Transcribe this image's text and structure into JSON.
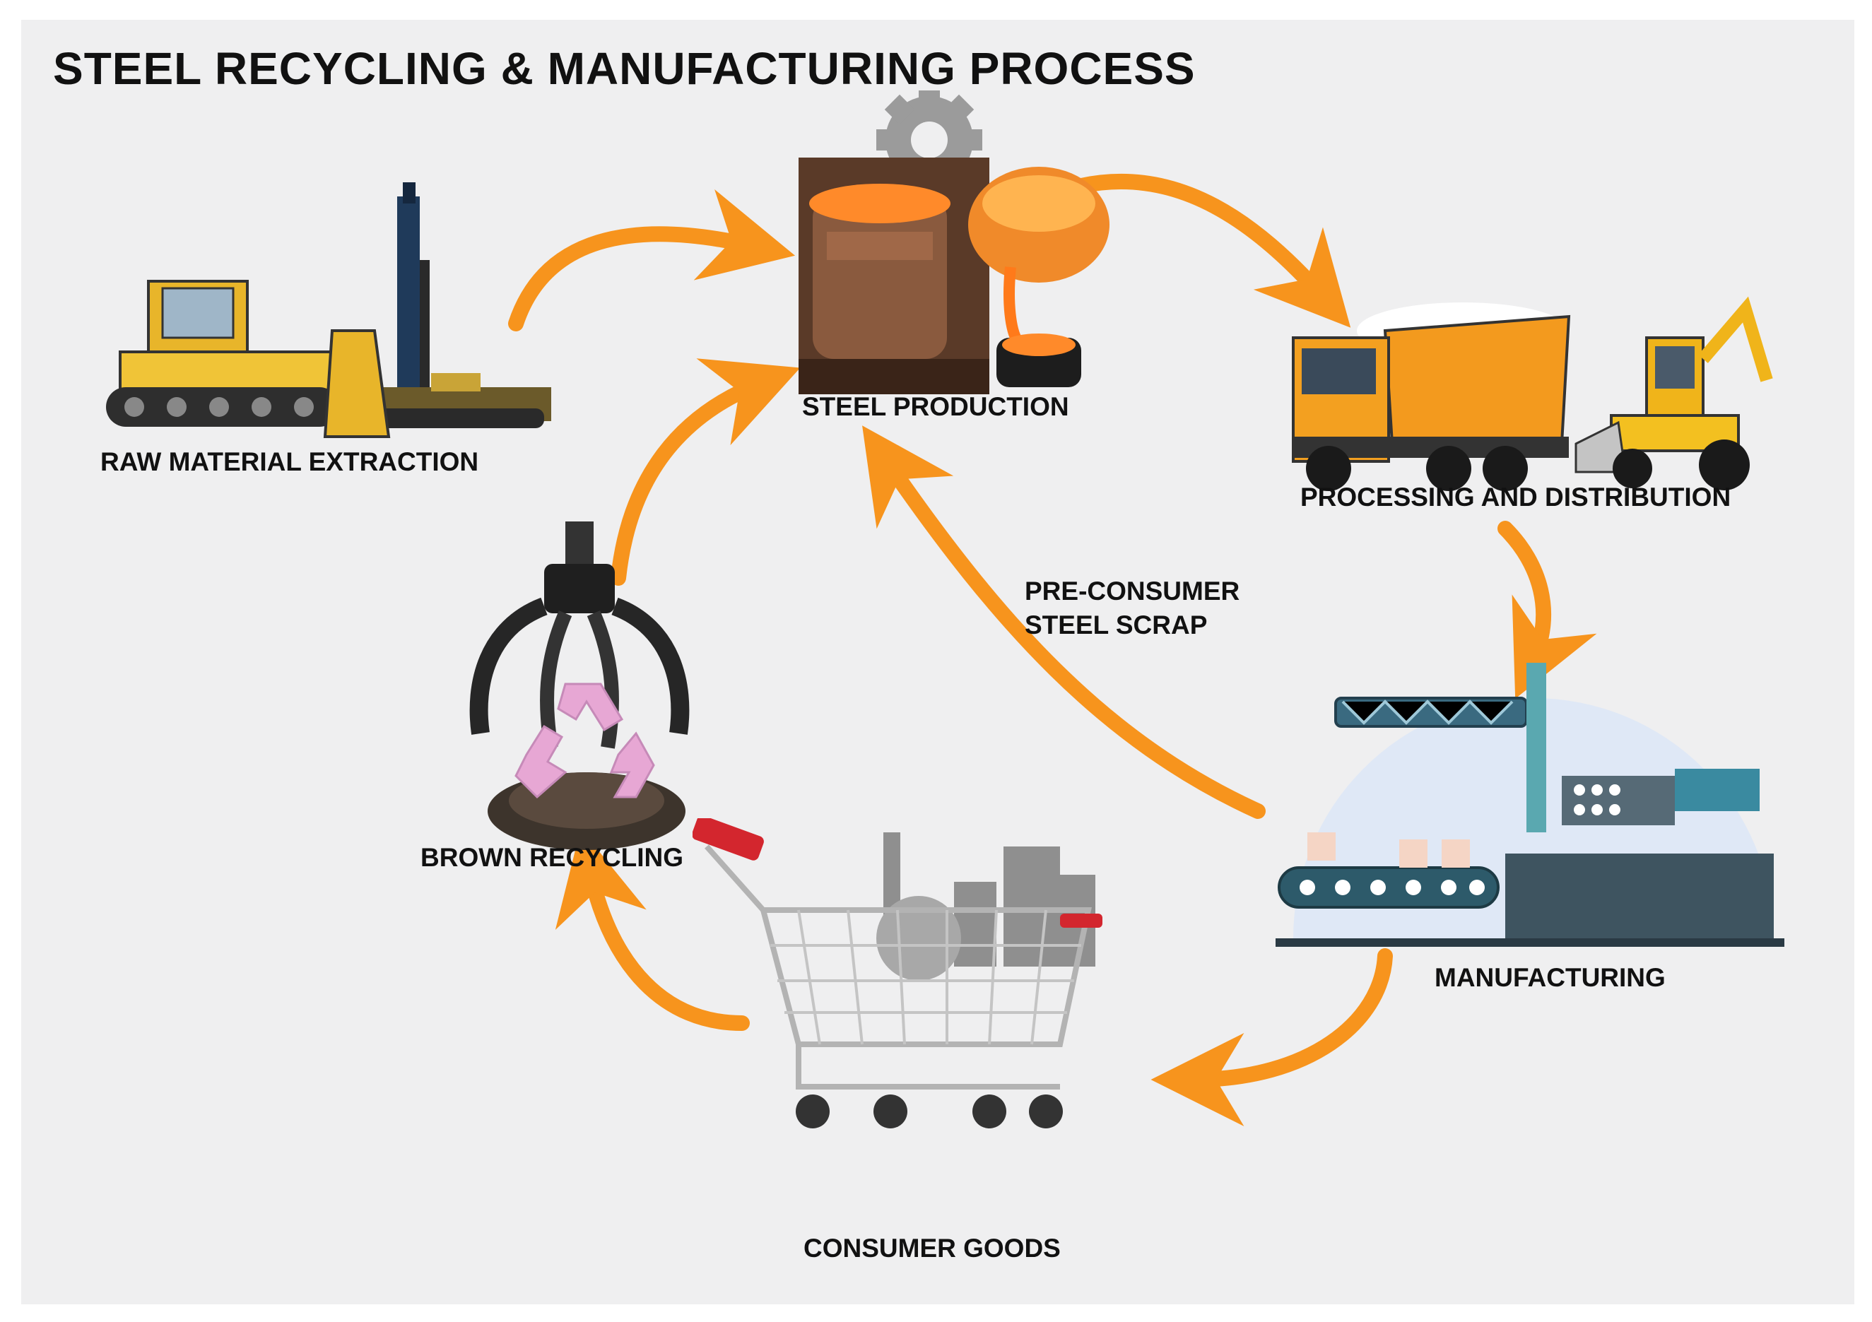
{
  "title": "STEEL RECYCLING & MANUFACTURING PROCESS",
  "nodes": {
    "raw_material": "RAW MATERIAL EXTRACTION",
    "steel_production": "STEEL PRODUCTION",
    "processing": "PROCESSING AND DISTRIBUTION",
    "manufacturing": "MANUFACTURING",
    "consumer_goods": "CONSUMER GOODS",
    "recycling": "BROWN RECYCLING"
  },
  "pre_consumer": {
    "line1": "PRE-CONSUMER",
    "line2": "STEEL SCRAP"
  },
  "colors": {
    "arrow": "#f7941d",
    "background": "#efeff0",
    "text": "#111111"
  },
  "icons": [
    "bulldozer-icon",
    "drilling-rig-icon",
    "furnace-icon",
    "gear-icon",
    "ladle-icon",
    "dump-truck-icon",
    "backhoe-loader-icon",
    "factory-machine-icon",
    "shopping-cart-icon",
    "scrap-grapple-icon",
    "recycle-icon"
  ]
}
